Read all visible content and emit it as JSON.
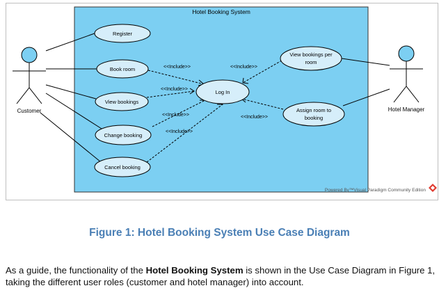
{
  "diagram": {
    "system_title": "Hotel Booking System",
    "actors": {
      "customer": "Customer",
      "manager": "Hotel Manager"
    },
    "use_cases": {
      "register": "Register",
      "book_room": "Book room",
      "view_bookings": "View bookings",
      "change_booking": "Change booking",
      "cancel_booking": "Cancel booking",
      "log_in": "Log In",
      "view_bookings_per_room": [
        "View bookings per",
        "room"
      ],
      "assign_room": [
        "Assign room to",
        "booking"
      ]
    },
    "include_label": "<<Include>>",
    "watermark": "Powered By™Visual Paradigm Community Edition",
    "colors": {
      "system_fill": "#7ccff2",
      "usecase_fill": "#d6eefa",
      "line": "#000000"
    }
  },
  "caption": "Figure 1: Hotel Booking System Use Case Diagram",
  "paragraph": {
    "part1": "As a guide, the functionality of the ",
    "bold": "Hotel Booking System",
    "part2": " is shown in the Use Case Diagram in Figure 1, taking the different user roles (customer and hotel manager) into account."
  }
}
